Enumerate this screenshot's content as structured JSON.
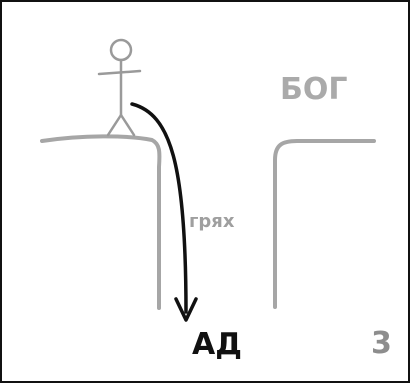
{
  "labels": {
    "god": "БОГ",
    "sin": "грях",
    "hell": "АД",
    "page_number": "3"
  },
  "colors": {
    "border": "#111111",
    "cliff": "#a6a6a6",
    "figure": "#9a9a9a",
    "arrow": "#111111",
    "god_text": "#aaaaaa",
    "sin_text": "#9f9f9f",
    "hell_text": "#111111",
    "page_number_text": "#8d8d8d"
  }
}
